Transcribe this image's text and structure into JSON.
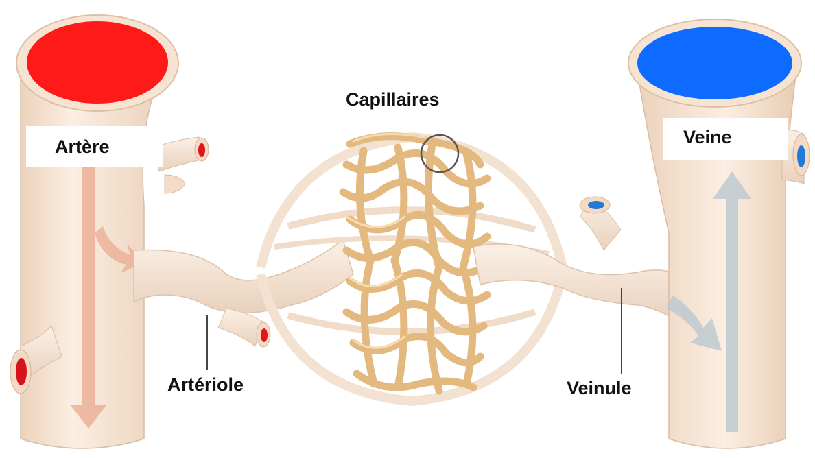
{
  "labels": {
    "artere": "Artère",
    "veine": "Veine",
    "capillaires": "Capillaires",
    "arteriole": "Artériole",
    "veinule": "Veinule"
  },
  "colors": {
    "vessel_wall": "#f7e6d6",
    "vessel_shadow": "#e2c9b3",
    "arterial_blood": "#ff1a1a",
    "venous_blood": "#0d6bff",
    "capillary": "#e8c38c",
    "capillary_dark": "#c99a5c",
    "flow_arterial": "#eaa88f",
    "flow_venous": "#b9c8cf"
  },
  "icons": {
    "artery_lumen": "artery-lumen-icon",
    "vein_lumen": "vein-lumen-icon",
    "flow_arrow": "flow-arrow-icon",
    "capillary_bed": "capillary-network-icon"
  }
}
